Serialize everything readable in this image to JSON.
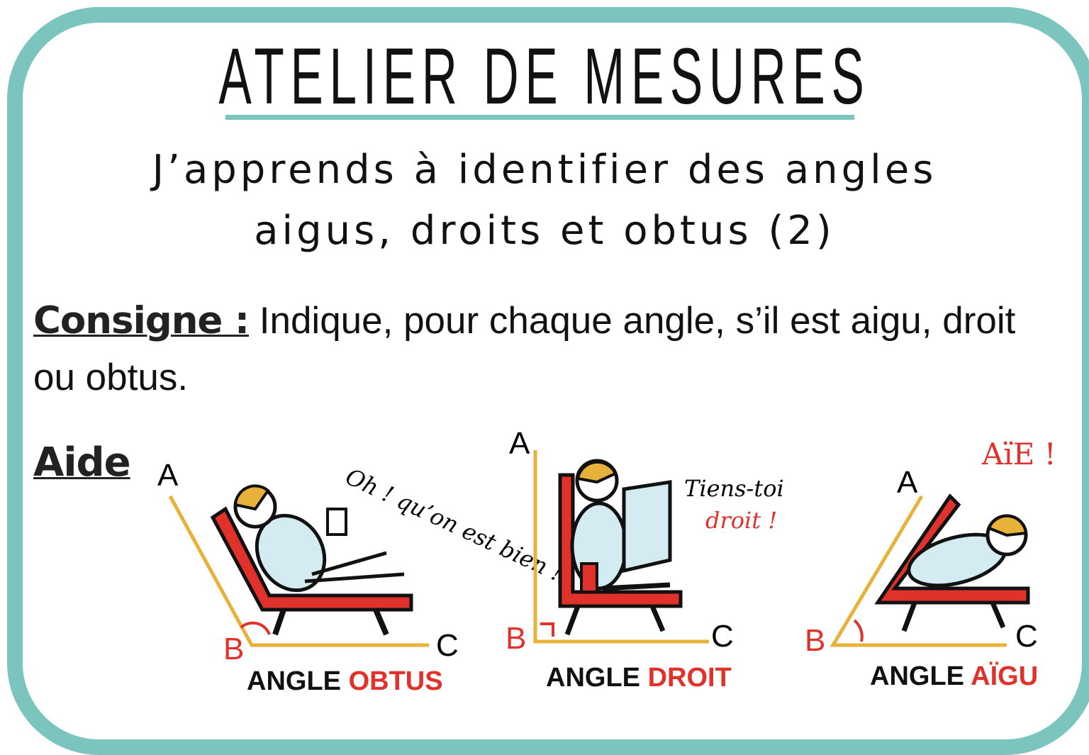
{
  "title": "ATELIER DE MESURES",
  "subtitle": {
    "line1": "J’apprends à identifier des angles",
    "line2": "aigus, droits et obtus (2)"
  },
  "consigne": {
    "label": "Consigne :",
    "text": " Indique, pour chaque angle, s’il est aigu, droit ou obtus."
  },
  "aide": {
    "label": "Aide"
  },
  "colors": {
    "border": "#7cc5bf",
    "angle_line": "#e8b23a",
    "accent_red": "#e0312b",
    "figure_blue": "#d4ebf2",
    "hat": "#e8b23a"
  },
  "illustrations": [
    {
      "points": {
        "a": "A",
        "b": "B",
        "c": "C"
      },
      "caption_prefix": "ANGLE",
      "caption_type": "OBTUS",
      "speech": "Oh ! qu’on est bien !"
    },
    {
      "points": {
        "a": "A",
        "b": "B",
        "c": "C"
      },
      "caption_prefix": "ANGLE",
      "caption_type": "DROIT",
      "speech_part1": "Tiens-toi",
      "speech_part2": "droit !"
    },
    {
      "points": {
        "a": "A",
        "b": "B",
        "c": "C"
      },
      "caption_prefix": "ANGLE",
      "caption_type": "AÏGU",
      "speech": "AïE !"
    }
  ]
}
